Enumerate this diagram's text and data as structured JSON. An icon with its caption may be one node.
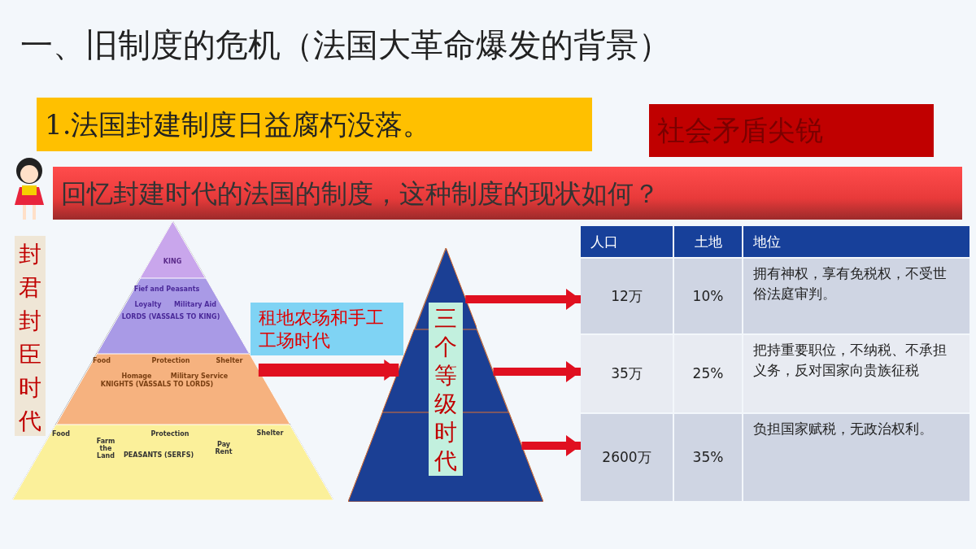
{
  "diagram": {
    "title": "一、旧制度的危机（法国大革命爆发的背景）",
    "nodes": [
      {
        "text": [
          "1.法国封建制度日益腐朽没落。"
        ]
      },
      {
        "text": [
          "社会矛盾尖锐"
        ]
      },
      {
        "text": [
          "回忆封建时代的法国的制度，这种制度的现状如何？"
        ]
      },
      {
        "text": [],
        "shape": "picture"
      },
      {
        "text": [
          "KING"
        ],
        "in": 3
      },
      {
        "text": [
          "Fief and Peasants",
          "Loyalty",
          "Military Aid",
          "LORDS (VASSALS TO KING)"
        ],
        "in": 3
      },
      {
        "text": [
          "Food",
          "Protection",
          "Shelter",
          "Homage",
          "Military Service",
          "KNIGHTS (VASSALS TO LORDS)"
        ],
        "in": 3
      },
      {
        "text": [
          "Food",
          "Farm the Land",
          "Protection",
          "Pay Rent",
          "Shelter",
          "PEASANTS (SERFS)"
        ],
        "in": 3
      },
      {
        "text": [
          "封君封臣时代"
        ],
        "in": 3
      },
      {
        "text": [
          "租地农场和手工工场时代"
        ]
      },
      {
        "text": [],
        "shape": "picture"
      },
      {
        "text": [],
        "shape": "band",
        "in": 10
      },
      {
        "text": [],
        "shape": "band",
        "in": 10
      },
      {
        "text": [],
        "shape": "band",
        "in": 10
      },
      {
        "text": [
          "三个等级时代"
        ],
        "in": 10
      }
    ],
    "edges": [
      {
        "from": 3,
        "to": 10,
        "arrow": "to"
      },
      {
        "from": 11,
        "to": null,
        "arrow": "to"
      },
      {
        "from": 12,
        "to": null,
        "arrow": "to"
      },
      {
        "from": 13,
        "to": null,
        "arrow": "to"
      }
    ],
    "labels": [
      "人口",
      "土地",
      "地位",
      "12万",
      "10%",
      "拥有神权，享有免税权，不受世俗法庭审判。",
      "35万",
      "25%",
      "把持重要职位，不纳税、不承担义务，反对国家向贵族征税",
      "2600万",
      "35%",
      "负担国家赋税，无政治权利。"
    ]
  }
}
